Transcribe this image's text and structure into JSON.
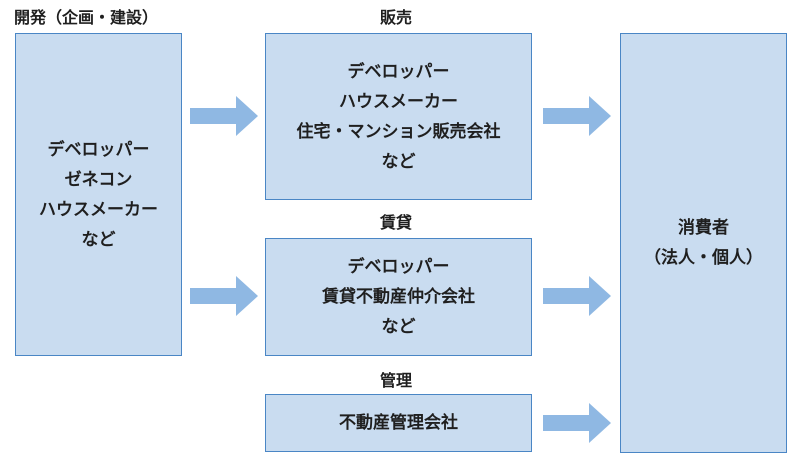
{
  "headings": {
    "development": "開発（企画・建設）",
    "sales": "販売",
    "rental": "賃貸",
    "management": "管理"
  },
  "boxes": {
    "development": [
      "デベロッパー",
      "ゼネコン",
      "ハウスメーカー",
      "など"
    ],
    "sales": [
      "デベロッパー",
      "ハウスメーカー",
      "住宅・マンション販売会社",
      "など"
    ],
    "rental": [
      "デベロッパー",
      "賃貸不動産仲介会社",
      "など"
    ],
    "management": [
      "不動産管理会社"
    ],
    "consumer": [
      "消費者",
      "（法人・個人）"
    ]
  },
  "colors": {
    "box_fill": "#c9dcf0",
    "box_border": "#4a86c5",
    "arrow": "#8fb8e3"
  }
}
